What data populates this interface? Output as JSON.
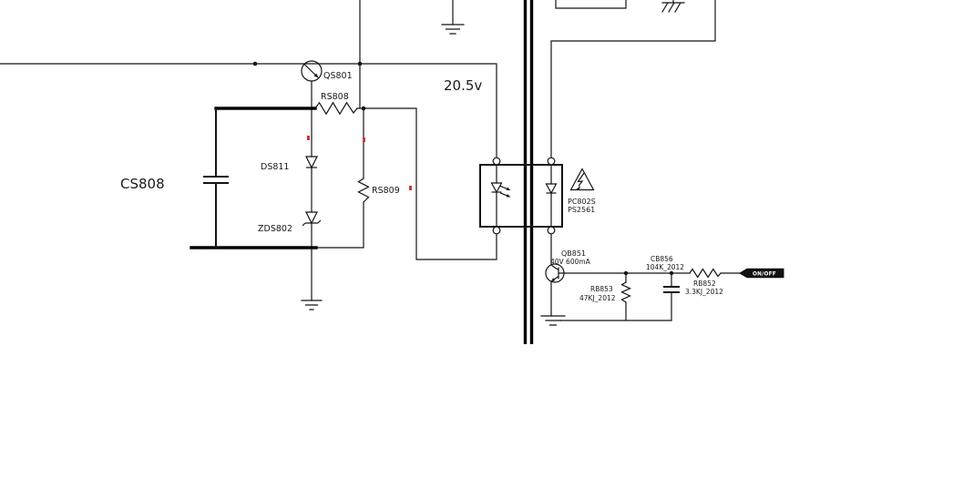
{
  "diagram": {
    "labels": {
      "qs801": "QS801",
      "rs808": "RS808",
      "rs809": "RS809",
      "ds811": "DS811",
      "zds802": "ZDS802",
      "cs808": "CS808",
      "voltage": "20.5v",
      "opto_part": "PC802S",
      "opto_type": "PS2561",
      "qb851": "QB851",
      "qb851_rating": "40V 600mA",
      "cb856": "CB856",
      "cb856_value": "104K_2012",
      "rb853": "RB853",
      "rb853_value": "47KJ_2012",
      "rb852": "RB852",
      "rb852_value": "3.3KJ_2012",
      "onoff_tag": "ON/OFF"
    },
    "colors": {
      "wire": "#141414",
      "background": "#ffffff",
      "tag_background": "#111111",
      "tag_text": "#ffffff",
      "annotation_red": "#c43c3c"
    }
  }
}
